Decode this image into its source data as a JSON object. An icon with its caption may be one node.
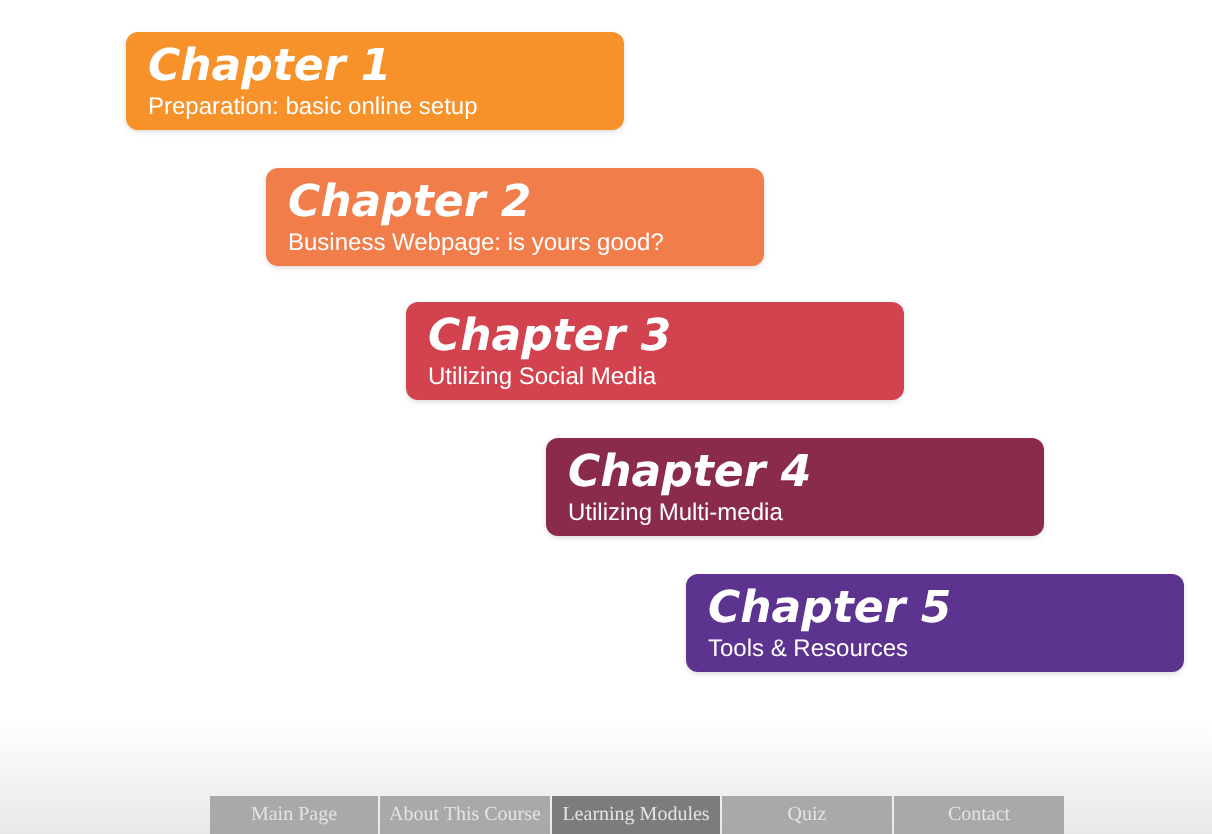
{
  "diagram": {
    "nodes": [
      {
        "text": [
          "Chapter 1",
          "Preparation: basic online setup"
        ]
      },
      {
        "text": [
          "Chapter 2",
          "Business Webpage: is yours good?"
        ]
      },
      {
        "text": [
          "Chapter 3",
          "Utilizing Social Media"
        ]
      },
      {
        "text": [
          "Chapter 4",
          "Utilizing Multi-media"
        ]
      },
      {
        "text": [
          "Chapter 5",
          "Tools & Resources"
        ]
      },
      {
        "text": [
          "Main Page"
        ]
      },
      {
        "text": [
          "About This Course"
        ]
      },
      {
        "text": [
          "Learning Modules"
        ]
      },
      {
        "text": [
          "Quiz"
        ]
      },
      {
        "text": [
          "Contact"
        ]
      }
    ]
  }
}
